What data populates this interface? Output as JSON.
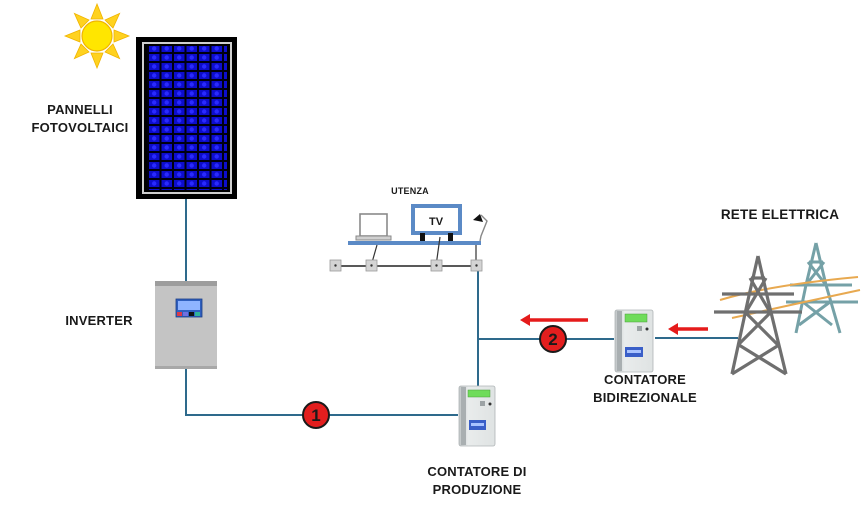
{
  "title": "Schema impianto fotovoltaico con contatori",
  "labels": {
    "panels": [
      "PANNELLI",
      "FOTOVOLTAICI"
    ],
    "inverter": "INVERTER",
    "utenza": "UTENZA",
    "tv": "TV",
    "grid": "RETE ELETTRICA",
    "bidirectional_meter": [
      "CONTATORE",
      "BIDIREZIONALE"
    ],
    "production_meter": [
      "CONTATORE DI",
      "PRODUZIONE"
    ]
  },
  "markers": [
    {
      "id": "1",
      "label": "1",
      "location": "between inverter and production meter"
    },
    {
      "id": "2",
      "label": "2",
      "location": "between utenza node and bidirectional meter"
    }
  ],
  "arrows": [
    {
      "from": "grid",
      "to": "bidirectional-meter",
      "direction": "left"
    },
    {
      "from": "bidirectional-meter",
      "to": "utenza",
      "direction": "left"
    }
  ],
  "icons": {
    "sun": "sun-icon",
    "panel": "solar-panel-icon",
    "inverter": "inverter-icon",
    "laptop": "laptop-icon",
    "tv": "tv-icon",
    "lamp": "lamp-icon",
    "sockets": "power-socket-icon",
    "meter": "electric-meter-icon",
    "pylon": "power-pylon-icon"
  },
  "colors": {
    "wire": "#2e6a8c",
    "arrow": "#e51b1b",
    "marker_fill": "#e31e1e",
    "panel_cells": "#1a1aff",
    "sun": "#ffd21f",
    "inverter_body": "#c4c4c4",
    "utenza_blue": "#5b8ac6"
  }
}
